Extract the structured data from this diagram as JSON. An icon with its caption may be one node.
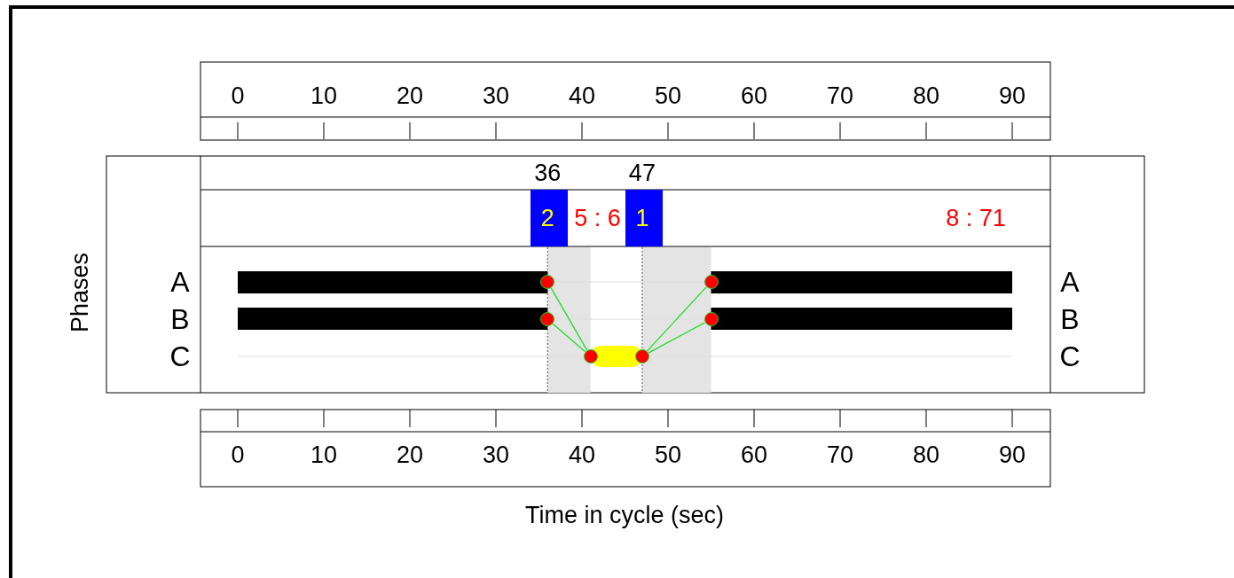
{
  "diagram": {
    "nodes": [
      {
        "text": [
          "2"
        ]
      },
      {
        "text": [
          "1"
        ]
      },
      {
        "text": [],
        "shape": "circle"
      },
      {
        "text": [],
        "shape": "circle"
      },
      {
        "text": [],
        "shape": "circle"
      },
      {
        "text": [],
        "shape": "circle"
      },
      {
        "text": [],
        "shape": "circle"
      },
      {
        "text": [],
        "shape": "circle"
      }
    ],
    "edges": [
      {
        "from": 2,
        "to": 4,
        "arrow": "none"
      },
      {
        "from": 3,
        "to": 4,
        "arrow": "none"
      },
      {
        "from": 5,
        "to": 6,
        "arrow": "none"
      },
      {
        "from": 5,
        "to": 7,
        "arrow": "none"
      }
    ],
    "labels": [
      "0",
      "10",
      "20",
      "30",
      "40",
      "50",
      "60",
      "70",
      "80",
      "90",
      "36",
      "47",
      "5 : 6",
      "8 : 71",
      "Phases",
      "A",
      "B",
      "C",
      "A",
      "B",
      "C",
      "0",
      "10",
      "20",
      "30",
      "40",
      "50",
      "60",
      "70",
      "80",
      "90",
      "Time in cycle (sec)"
    ]
  }
}
